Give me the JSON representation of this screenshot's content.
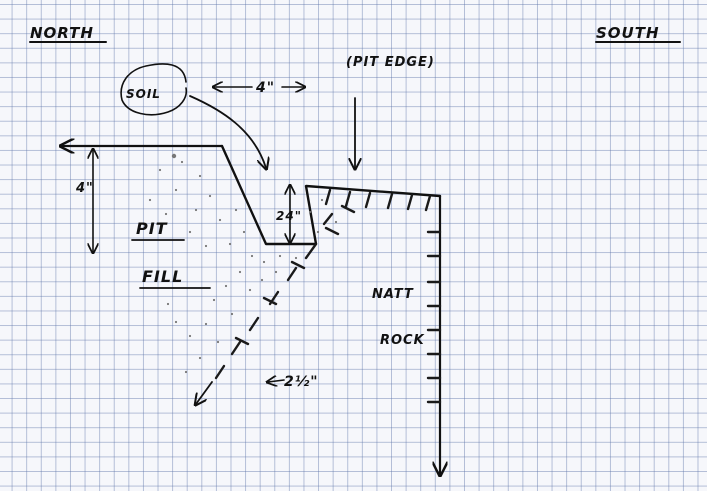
{
  "diagram": {
    "paper": "graph paper",
    "labels": {
      "north": "NORTH",
      "south": "SOUTH",
      "soil": "SOIL",
      "pit_edge": "(PIT EDGE)",
      "pit_fill": "PIT",
      "fill": "FILL",
      "natural": "NATT",
      "rock": "ROCK"
    },
    "measurements": {
      "soil_offset": "4\"",
      "soil_depth": "4\"",
      "step_height": "24\"",
      "slope_spacing": "2½\""
    }
  }
}
